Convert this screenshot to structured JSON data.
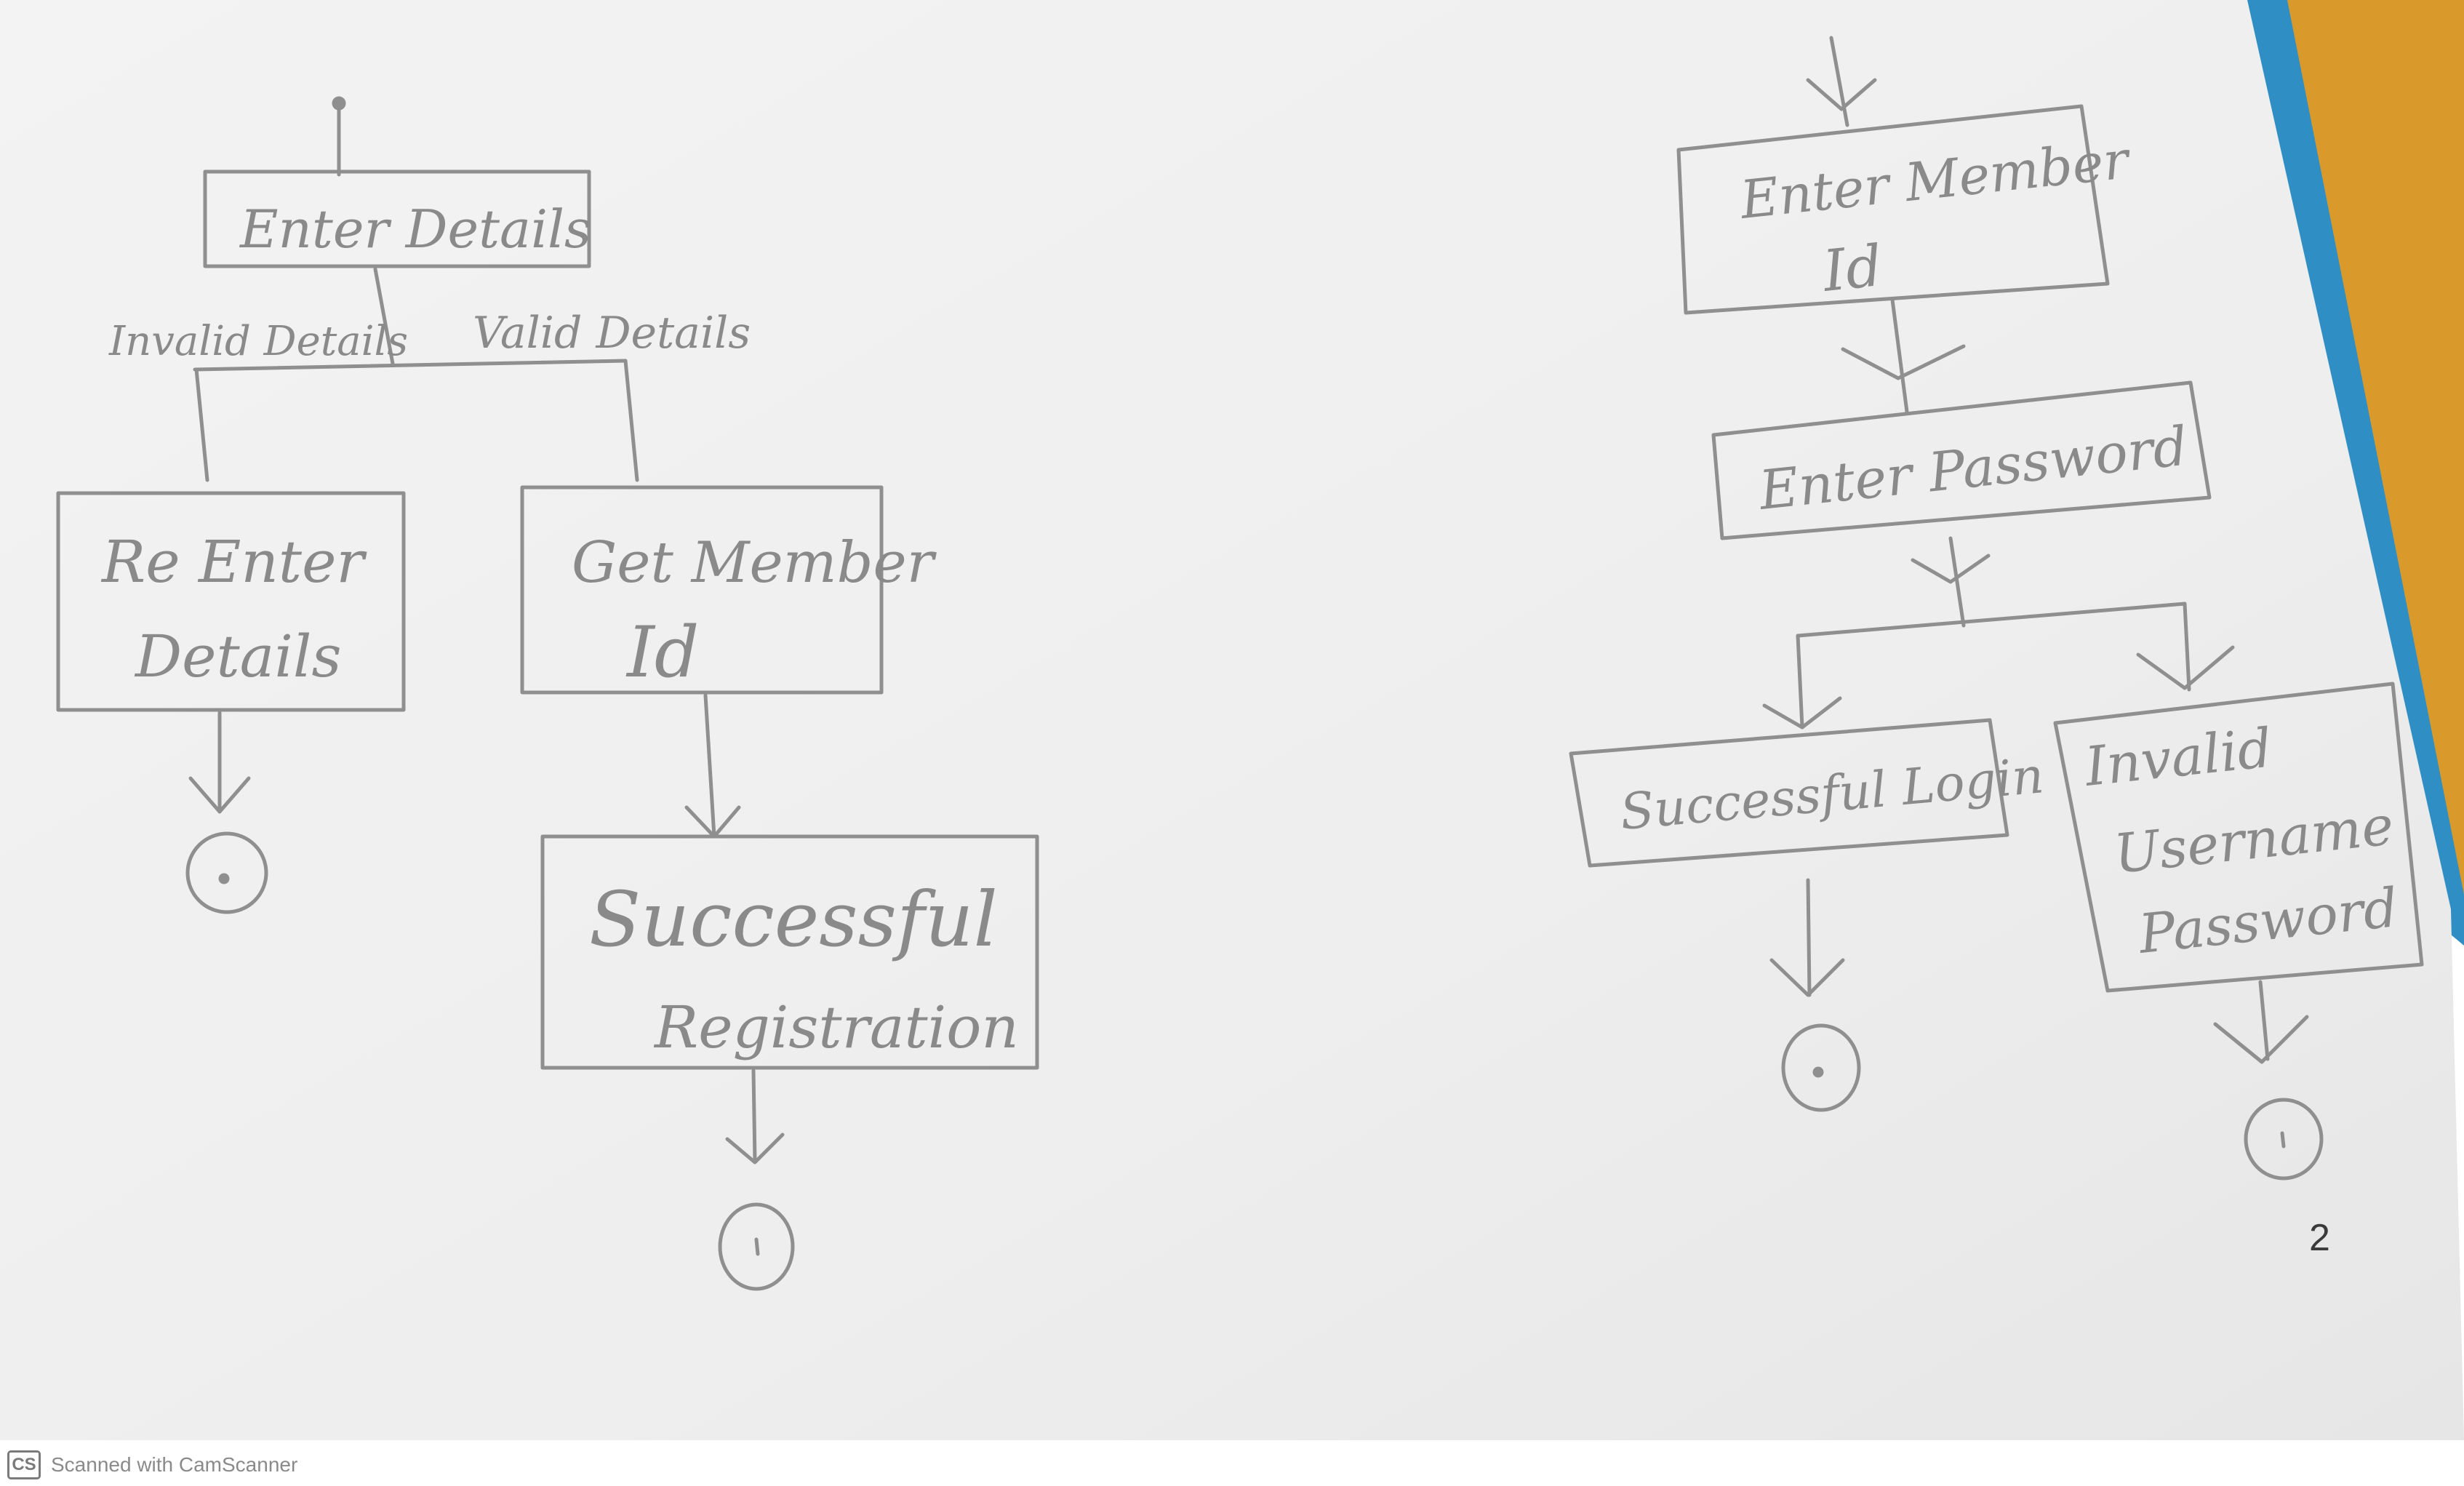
{
  "flow_left": {
    "enter_details": "Enter Details",
    "invalid_details": "Invalid Details",
    "valid_details": "Valid Details",
    "re_enter_line1": "Re Enter",
    "re_enter_line2": "Details",
    "get_member_line1": "Get Member",
    "get_member_line2": "Id",
    "success_reg_line1": "Successful",
    "success_reg_line2": "Registration"
  },
  "flow_right": {
    "enter_member_line1": "Enter Member",
    "enter_member_line2": "Id",
    "enter_password": "Enter Password",
    "successful_login": "Successful Login",
    "invalid_line1": "Invalid",
    "invalid_line2": "Username",
    "invalid_line3": "Password"
  },
  "page_number": "2",
  "footer": {
    "logo": "CS",
    "text": "Scanned with CamScanner"
  },
  "colors": {
    "paper": "#f1f1f1",
    "pencil": "#8f8f8f",
    "binder_blue": "#2f8fc4",
    "desk_orange": "#d99a2b"
  }
}
